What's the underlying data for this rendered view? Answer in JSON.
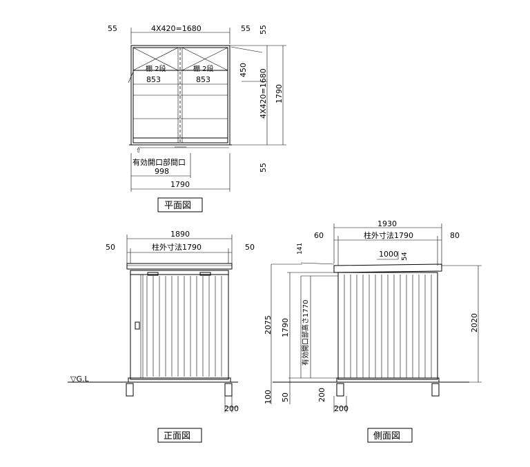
{
  "plan": {
    "caption": "平面図",
    "dim_left_margin": "55",
    "dim_module": "4X420=1680",
    "dim_right_margin": "55",
    "dim_top_right": "55",
    "dim_shelf_depth": "450",
    "dim_depth_module": "4X420=1680",
    "dim_total_depth": "1790",
    "dim_bottom_right": "55",
    "shelf_left_label": "棚 2段",
    "shelf_right_label": "棚 2段",
    "shelf_left_width": "853",
    "shelf_right_width": "853",
    "opening_label": "有効開口部間口",
    "opening_width": "998",
    "total_width": "1790"
  },
  "front": {
    "caption": "正面図",
    "dim_overall": "1890",
    "dim_left_eave": "50",
    "dim_column": "柱外寸法1790",
    "dim_right_eave": "50",
    "ground_label": "▽G.L",
    "dim_foot": "200"
  },
  "side": {
    "caption": "側面図",
    "dim_overall": "1930",
    "dim_front_eave": "60",
    "dim_column": "柱外寸法1790",
    "dim_rear_eave": "80",
    "dim_roof_rise": "141",
    "slope_run": "1000",
    "slope_rise": "54",
    "dim_total_height": "2075",
    "dim_wall_height": "1790",
    "opening_height_label": "有効開口部高さ1770",
    "dim_rear_height": "2020",
    "dim_foundation": "100",
    "dim_base": "50",
    "dim_foot_a": "200",
    "dim_foot_b": "200"
  }
}
